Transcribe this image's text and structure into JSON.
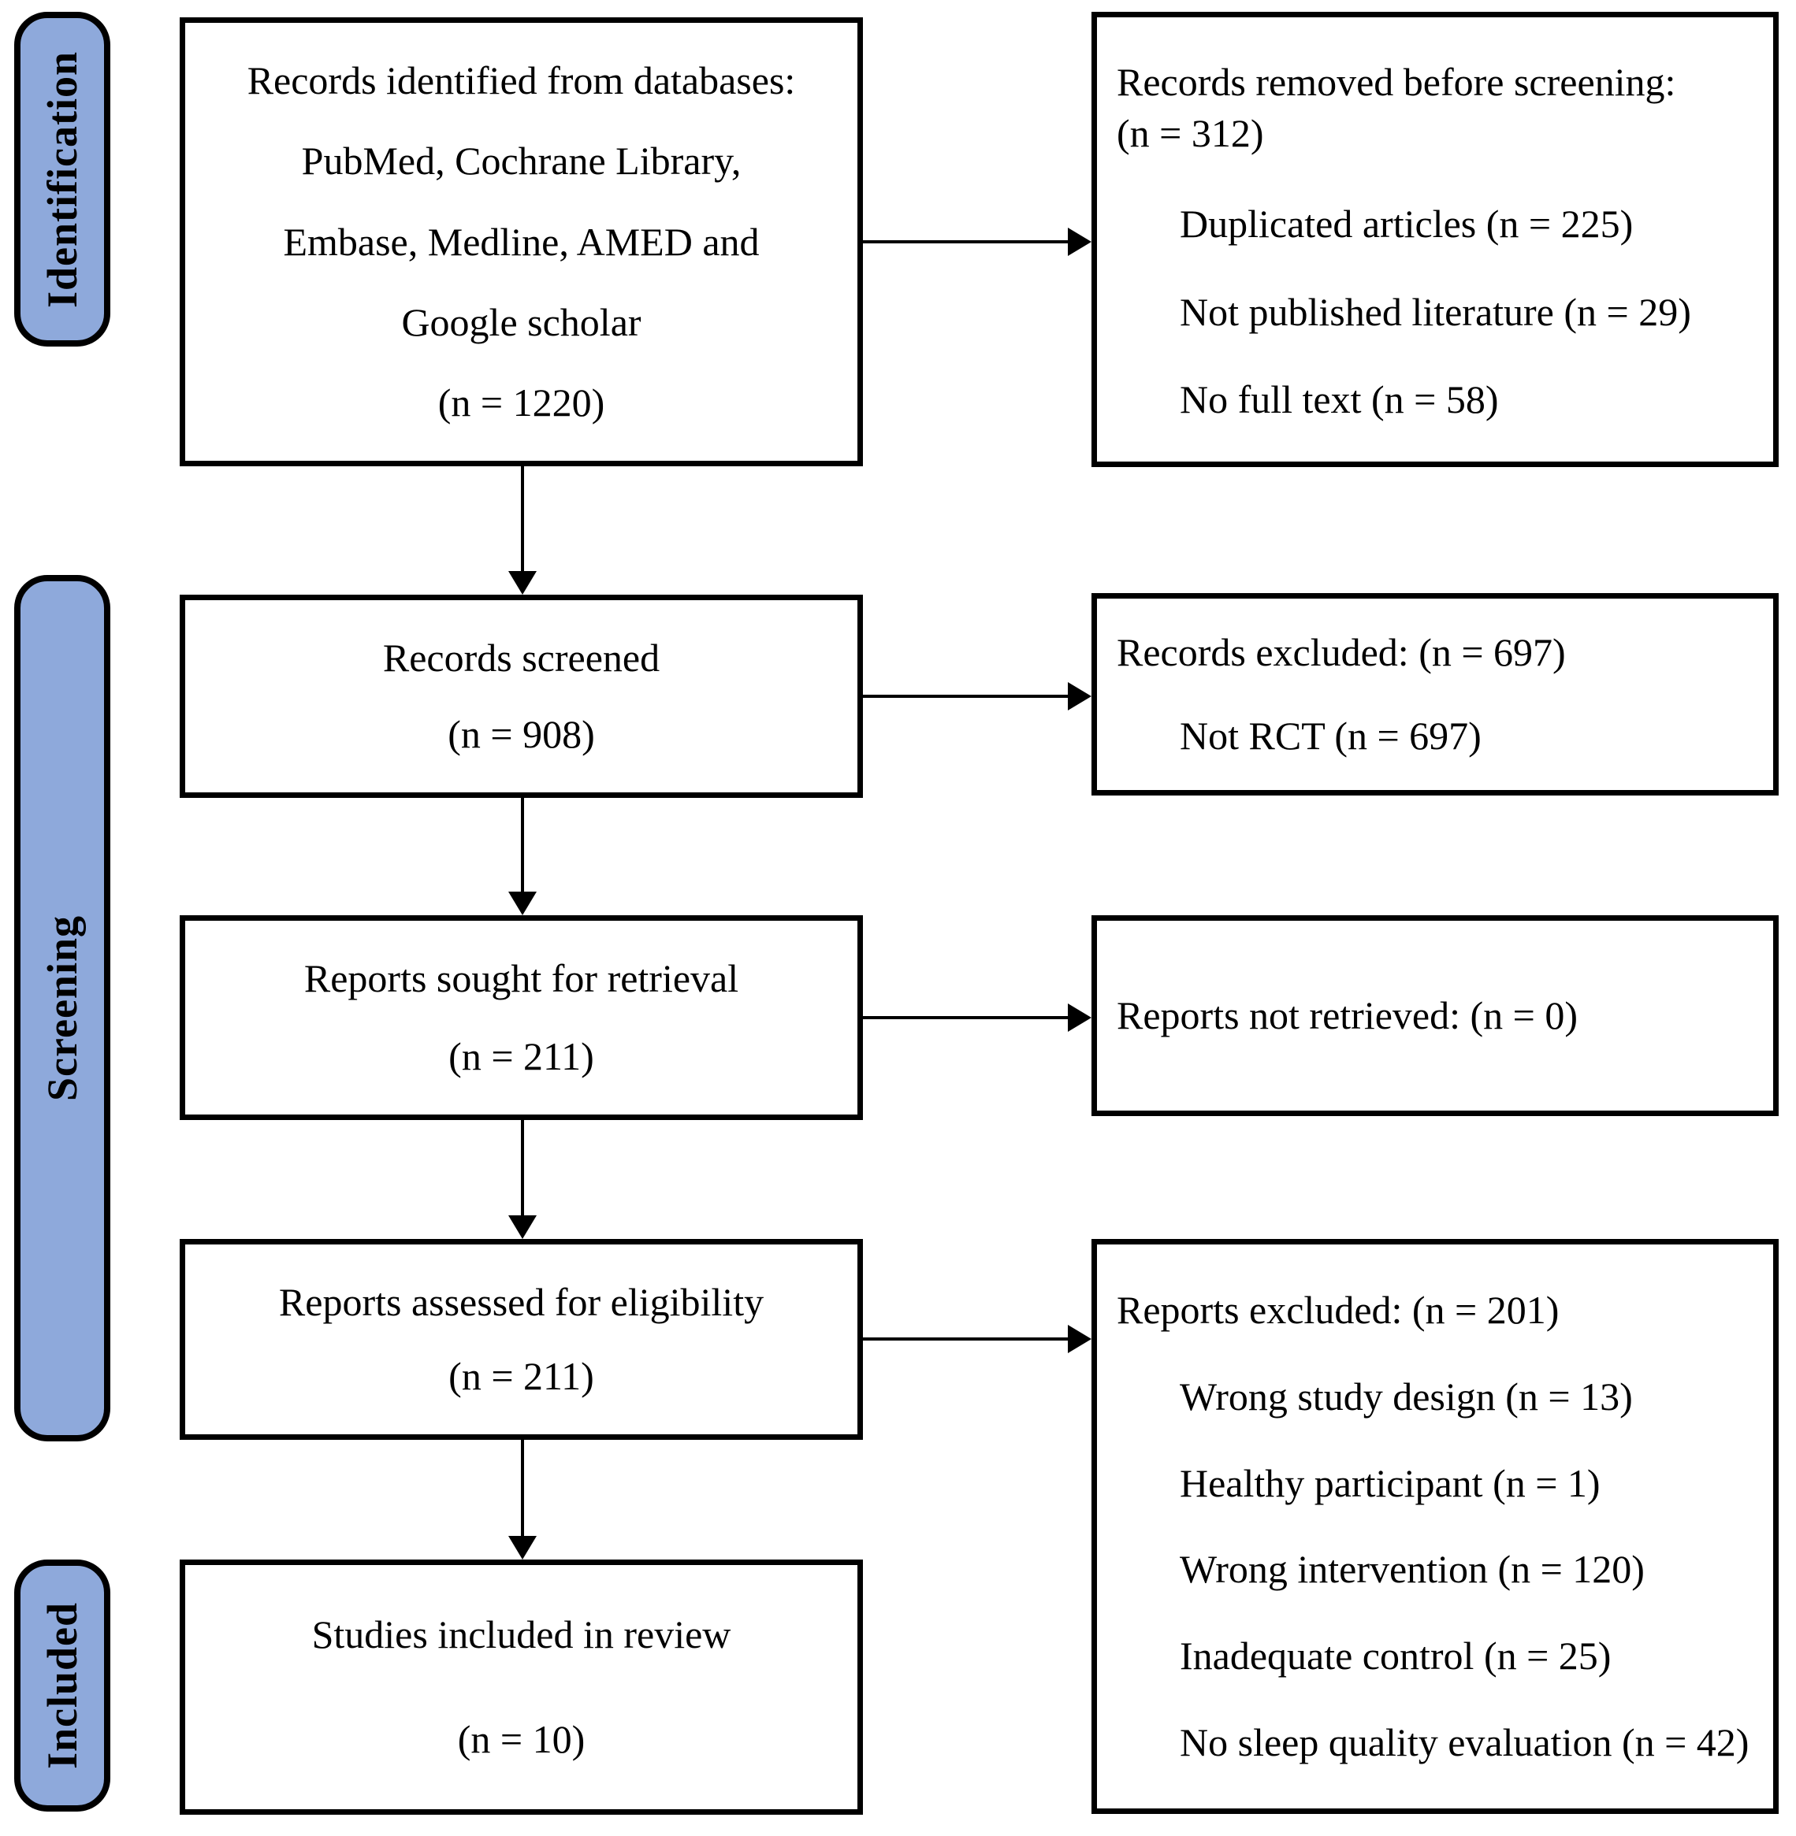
{
  "diagram": {
    "background": "#ffffff",
    "stage_fill": "#8EA9DB",
    "stage_border": "#000000",
    "box_border": "#000000",
    "arrow_color": "#000000",
    "text_color": "#000000"
  },
  "stages": [
    {
      "label": "Identification"
    },
    {
      "label": "Screening"
    },
    {
      "label": "Included"
    }
  ],
  "boxes": {
    "identified": {
      "lines": [
        "Records identified from databases:",
        "PubMed, Cochrane Library,",
        "Embase, Medline, AMED and",
        "Google scholar",
        "(n = 1220)"
      ]
    },
    "removed": {
      "header": "Records removed before screening:",
      "count": "(n = 312)",
      "items": [
        "Duplicated articles (n = 225)",
        "Not published literature (n = 29)",
        "No full text (n = 58)"
      ]
    },
    "screened": {
      "title": "Records screened",
      "count": "(n = 908)"
    },
    "records_excluded": {
      "header": "Records excluded: (n = 697)",
      "items": [
        "Not RCT (n = 697)"
      ]
    },
    "sought": {
      "title": "Reports sought for retrieval",
      "count": "(n = 211)"
    },
    "not_retrieved": {
      "header": "Reports not retrieved: (n = 0)"
    },
    "assessed": {
      "title": "Reports assessed for eligibility",
      "count": "(n = 211)"
    },
    "reports_excluded": {
      "header": "Reports excluded: (n = 201)",
      "items": [
        "Wrong study design (n = 13)",
        "Healthy participant (n = 1)",
        "Wrong intervention (n = 120)",
        "Inadequate control (n = 25)",
        "No sleep quality evaluation (n = 42)"
      ]
    },
    "included": {
      "title": "Studies included in review",
      "count": "(n = 10)"
    }
  }
}
